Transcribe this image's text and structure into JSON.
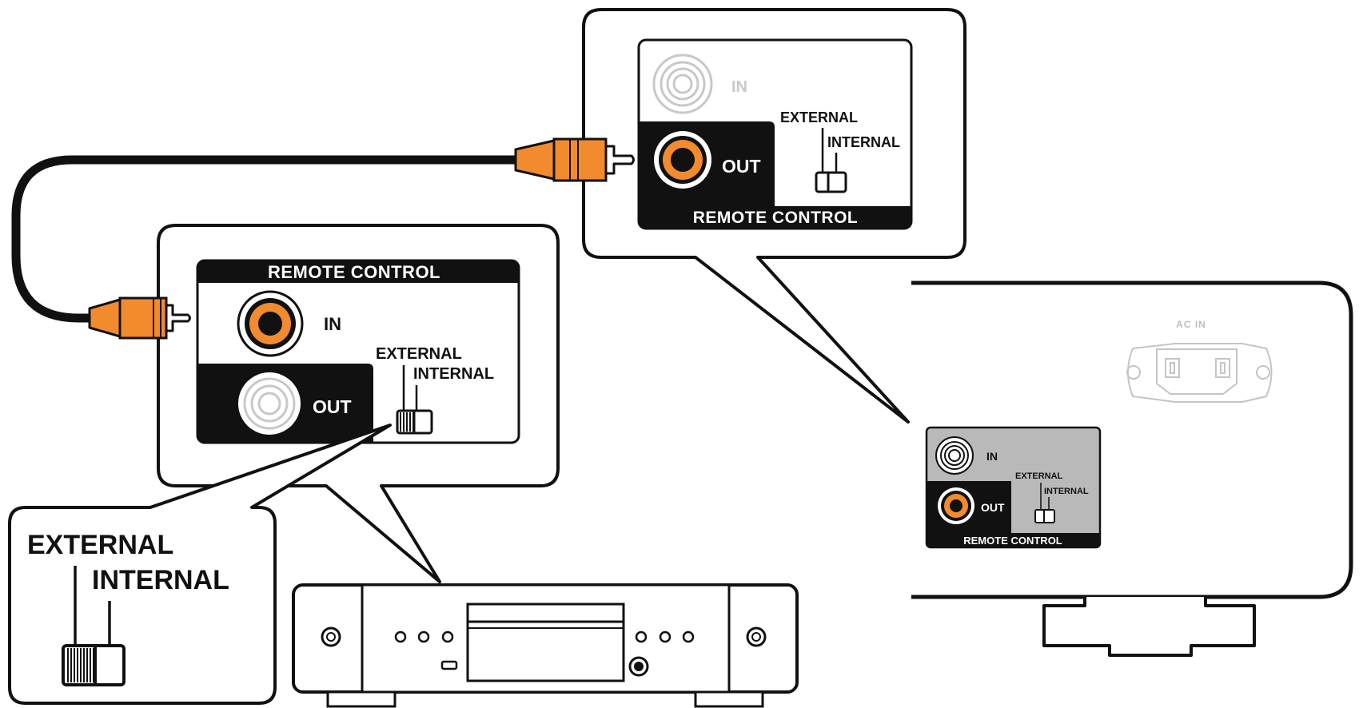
{
  "colors": {
    "accent": "#F28A2E",
    "ink": "#111111",
    "faint": "#c8c8c8",
    "panel_grey": "#b7b7b7"
  },
  "amp_panel": {
    "header": "REMOTE CONTROL",
    "in_label": "IN",
    "out_label": "OUT",
    "external_label": "EXTERNAL",
    "internal_label": "INTERNAL"
  },
  "sub_panel": {
    "in_label": "IN",
    "out_label": "OUT",
    "external_label": "EXTERNAL",
    "internal_label": "INTERNAL",
    "footer": "REMOTE CONTROL"
  },
  "switch_zoom": {
    "external_label": "EXTERNAL",
    "internal_label": "INTERNAL"
  },
  "rear_device": {
    "ac_in_label": "AC IN",
    "in_label": "IN",
    "out_label": "OUT",
    "external_label": "EXTERNAL",
    "internal_label": "INTERNAL",
    "footer": "REMOTE CONTROL"
  }
}
